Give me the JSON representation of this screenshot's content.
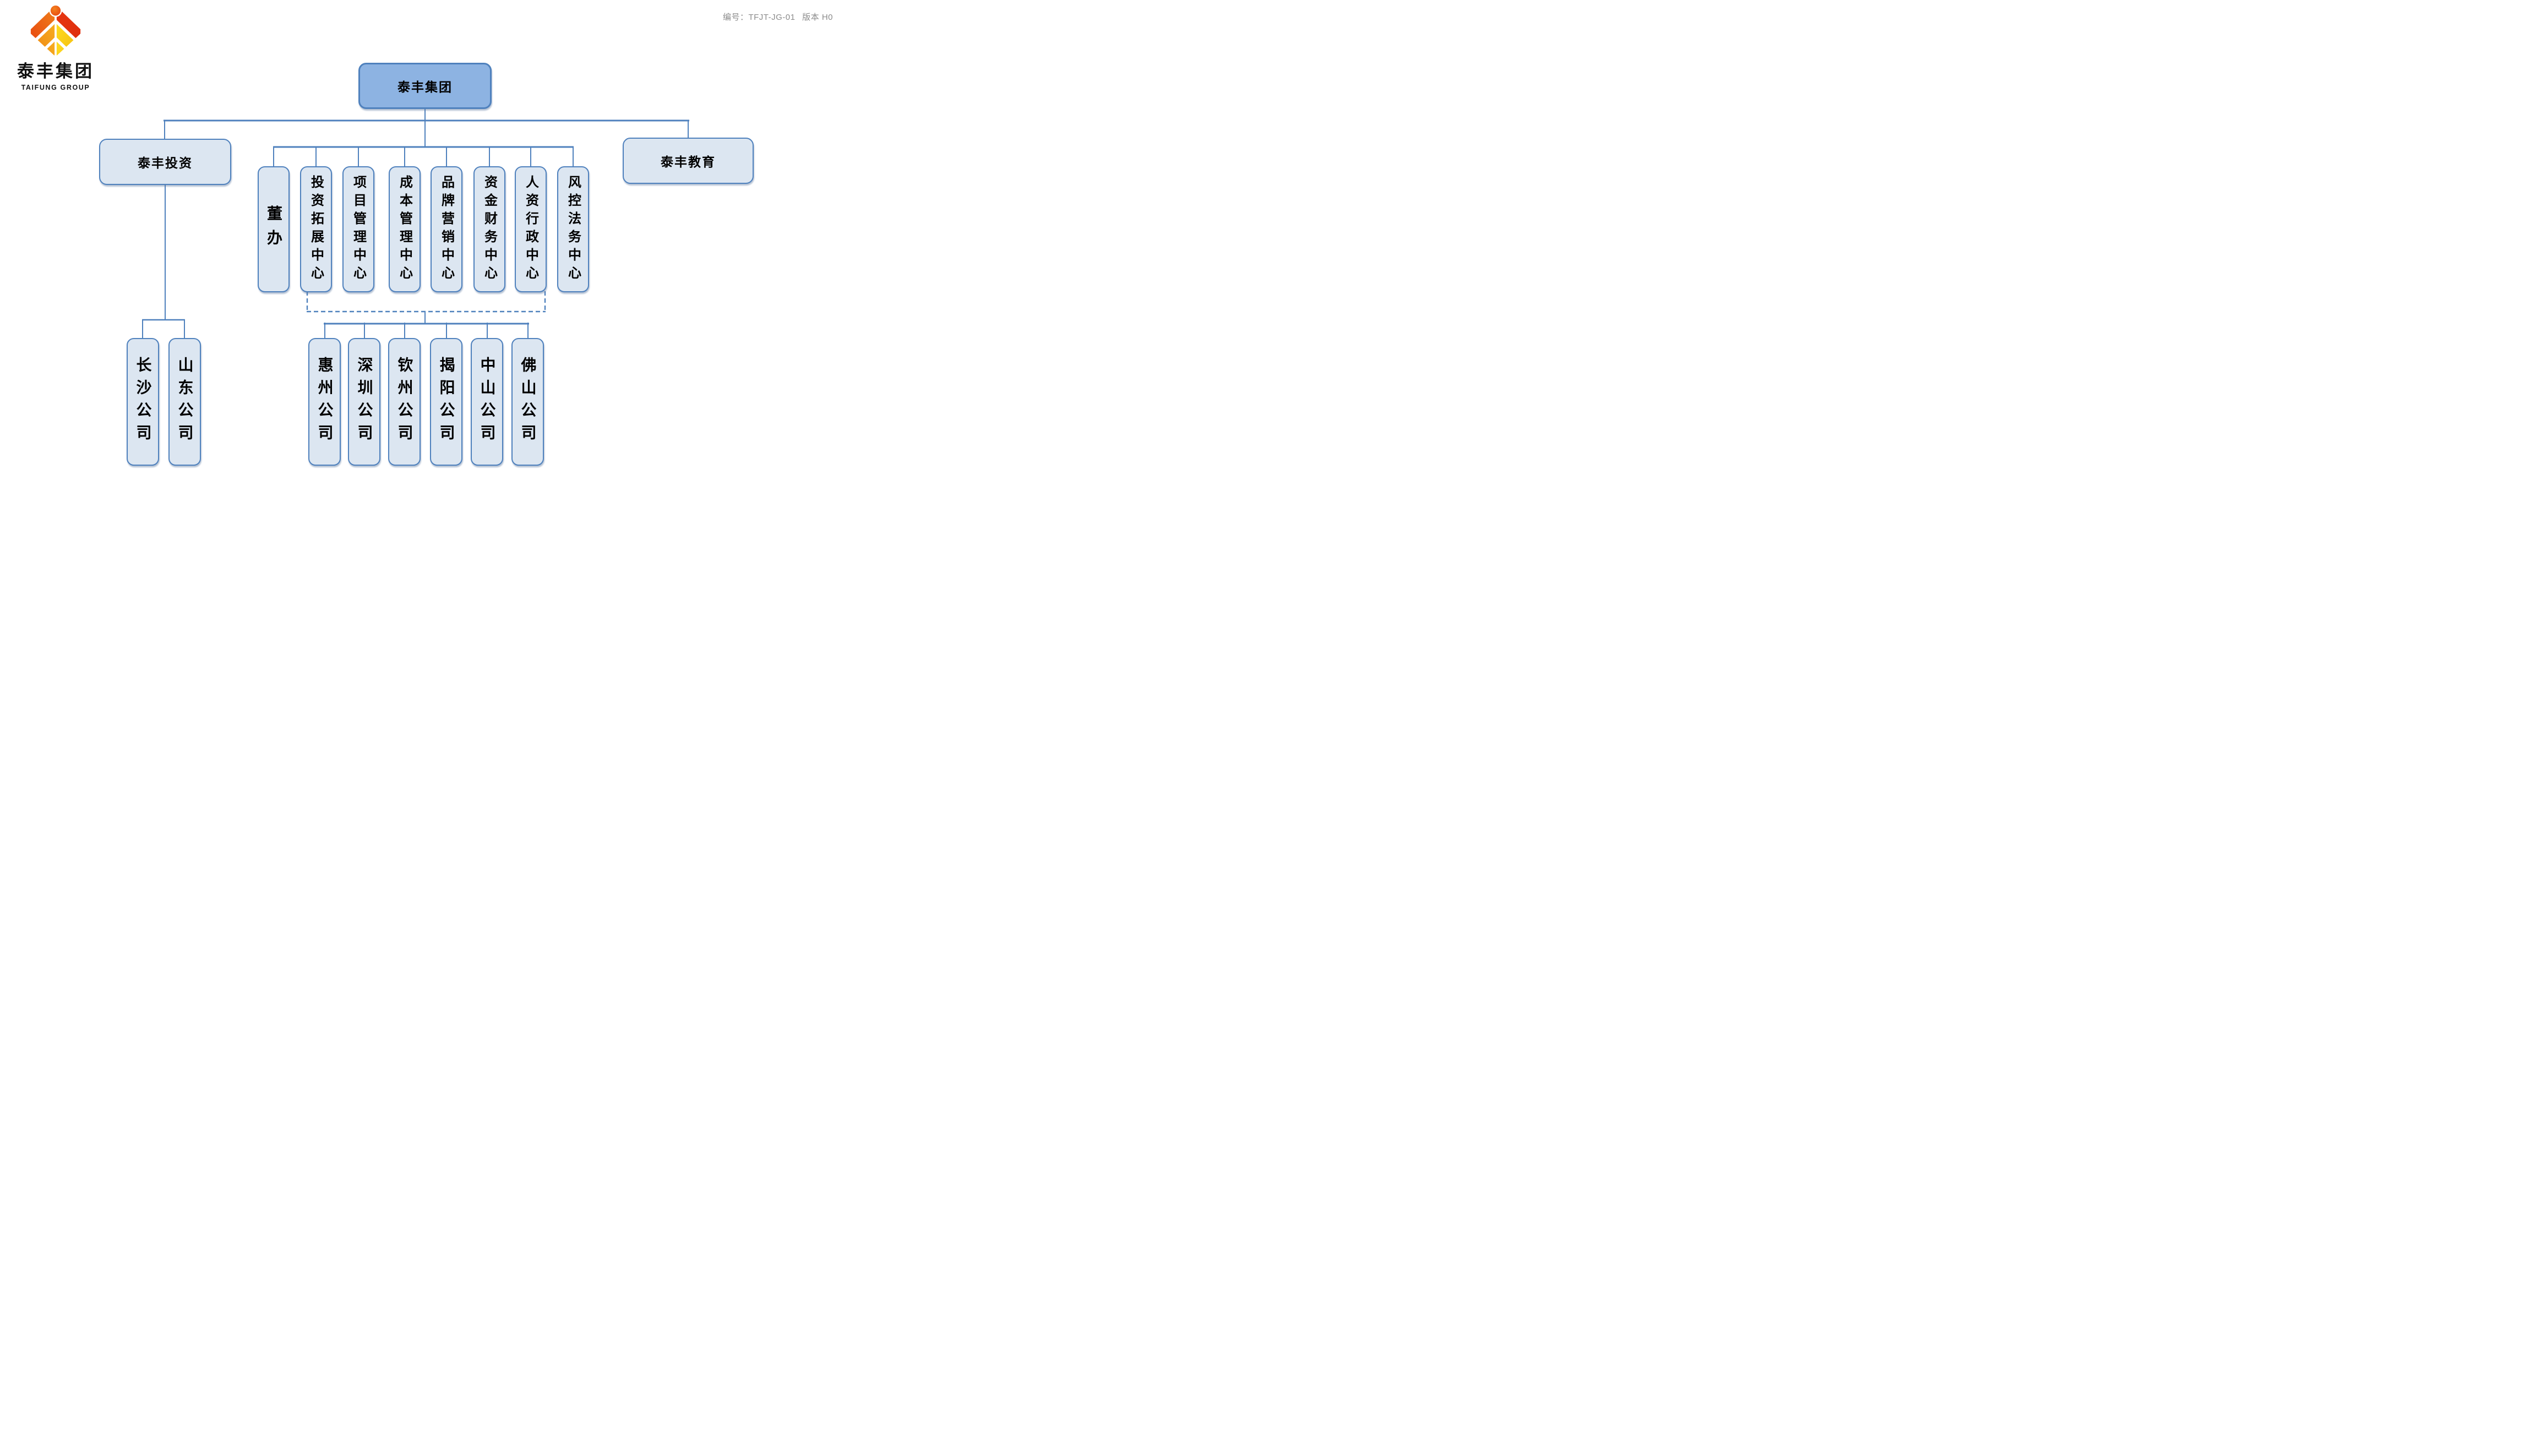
{
  "logo": {
    "company_cn": "泰丰集团",
    "company_en": "TAIFUNG GROUP",
    "icon": "wheat-book-emblem",
    "icon_colors": {
      "red_top": "#E73711",
      "orange_top": "#F07B19",
      "orange_left": "#ED7E12",
      "amber_left": "#F7AD1E",
      "yellow_right": "#FFDC20",
      "gold_right": "#F1B50A",
      "circle": "#E8470F"
    }
  },
  "doc": {
    "code_text": "编号：TFJT-JG-01",
    "version_text": "版本 H0"
  },
  "org": {
    "root_label": "泰丰集团",
    "investment_label": "泰丰投资",
    "education_label": "泰丰教育",
    "departments": [
      "董办",
      "投资拓展中心",
      "项目管理中心",
      "成本管理中心",
      "品牌营销中心",
      "资金财务中心",
      "人资行政中心",
      "风控法务中心"
    ],
    "investment_children": [
      "长沙公司",
      "山东公司"
    ],
    "project_companies": [
      "惠州公司",
      "深圳公司",
      "钦州公司",
      "揭阳公司",
      "中山公司",
      "佛山公司"
    ]
  },
  "colors": {
    "root_fill": "#8DB3E2",
    "node_fill": "#DCE6F1",
    "border_and_lines": "#4F81BD",
    "doc_code_text": "#8B8B8B",
    "label_text": "#000000",
    "background": "#FFFFFF"
  },
  "connector_styles": {
    "solid": "direct reporting line",
    "dashed": "functional guidance line from departments to project companies"
  }
}
